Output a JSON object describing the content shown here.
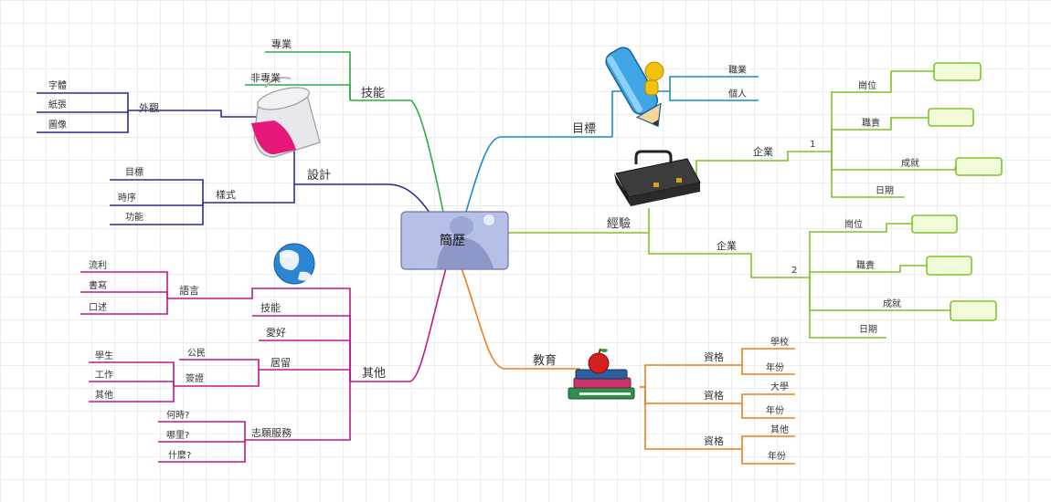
{
  "central": {
    "title": "簡歷"
  },
  "colors": {
    "skills": "#2eab44",
    "design": "#2b2f8c",
    "other": "#c0198a",
    "goal": "#1a8ccf",
    "experience": "#7dc42c",
    "education": "#ef7d1a",
    "central_fill": "#b7bfe6"
  },
  "icons": {
    "goal": "pencil-person-icon",
    "experience": "briefcase-icon",
    "education": "books-apple-icon",
    "design": "paint-bucket-icon",
    "other": "globe-icon",
    "central": "thinker-figure-icon"
  },
  "skills": {
    "label": "技能",
    "items": [
      "專業",
      "非專業"
    ]
  },
  "design": {
    "label": "設計",
    "appearance": {
      "label": "外觀",
      "items": [
        "字體",
        "紙張",
        "圖像"
      ]
    },
    "style": {
      "label": "樣式",
      "items": [
        "目標",
        "時序",
        "功能"
      ]
    }
  },
  "other": {
    "label": "其他",
    "language": {
      "label": "語言",
      "items": [
        "流利",
        "書寫",
        "口述"
      ]
    },
    "skill": "技能",
    "hobby": "愛好",
    "residence": {
      "label": "居留",
      "citizen": "公民",
      "visa": {
        "label": "簽證",
        "items": [
          "學生",
          "工作",
          "其他"
        ]
      }
    },
    "volunteer": {
      "label": "志願服務",
      "items": [
        "何時?",
        "哪里?",
        "什麼?"
      ]
    }
  },
  "goal": {
    "label": "目標",
    "items": [
      "職業",
      "個人"
    ]
  },
  "experience": {
    "label": "經驗",
    "entries": [
      {
        "label": "企業",
        "index": "1",
        "items": [
          "崗位",
          "職責",
          "成就",
          "日期"
        ]
      },
      {
        "label": "企業",
        "index": "2",
        "items": [
          "崗位",
          "職責",
          "成就",
          "日期"
        ]
      }
    ]
  },
  "education": {
    "label": "教育",
    "entries": [
      {
        "label": "資格",
        "items": [
          "學校",
          "年份"
        ]
      },
      {
        "label": "資格",
        "items": [
          "大學",
          "年份"
        ]
      },
      {
        "label": "資格",
        "items": [
          "其他",
          "年份"
        ]
      }
    ]
  }
}
